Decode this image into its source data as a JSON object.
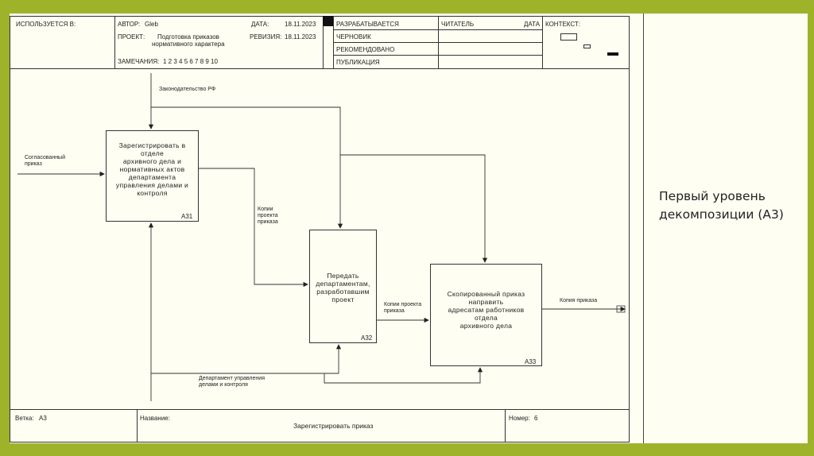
{
  "header": {
    "used_at": "ИСПОЛЬЗУЕТСЯ В:",
    "author_label": "АВТОР:",
    "author": "Gleb",
    "project_label": "ПРОЕКТ:",
    "project_line1": "Подготовка приказов",
    "project_line2": "нормативного характера",
    "notes_label": "ЗАМЕЧАНИЯ:",
    "notes": "1 2 3 4 5 6 7 8 9 10",
    "date_label": "ДАТА:",
    "date": "18.11.2023",
    "revision_label": "РЕВИЗИЯ:",
    "revision": "18.11.2023",
    "status": [
      "РАЗРАБАТЫВАЕТСЯ",
      "ЧЕРНОВИК",
      "РЕКОМЕНДОВАНО",
      "ПУБЛИКАЦИЯ"
    ],
    "reader_label": "ЧИТАТЕЛЬ",
    "reader_date_label": "ДАТА",
    "context_label": "КОНТЕКСТ:"
  },
  "diagram": {
    "boxes": [
      {
        "id": "A31",
        "text": [
          "Зарегистрировать в",
          "отделе",
          "архивного дела и",
          "нормативных актов",
          "департамента",
          "управления делами и",
          "контроля"
        ]
      },
      {
        "id": "A32",
        "text": [
          "Передать",
          "департаментам,",
          "разработавшим",
          "проект"
        ]
      },
      {
        "id": "A33",
        "text": [
          "Скопированный приказ",
          "направить",
          "адресатам работников",
          "отдела",
          "архивного дела"
        ]
      }
    ],
    "arrows": {
      "law": "Законодательство РФ",
      "input": [
        "Согласованный",
        "приказ"
      ],
      "copies_project": [
        "Копии",
        "проекта",
        "приказа"
      ],
      "copies_order": [
        "Копии проекта",
        "приказа"
      ],
      "output": "Копия приказа",
      "mechanism": [
        "Департамент управления",
        "делами и контроля"
      ]
    }
  },
  "footer": {
    "node_label": "Ветка:",
    "node": "А3",
    "name_label": "Название:",
    "name": "Зарегистрировать приказ",
    "number_label": "Номер:",
    "number": "6"
  },
  "side_title": [
    "Первый уровень",
    "декомпозиции (А3)"
  ]
}
